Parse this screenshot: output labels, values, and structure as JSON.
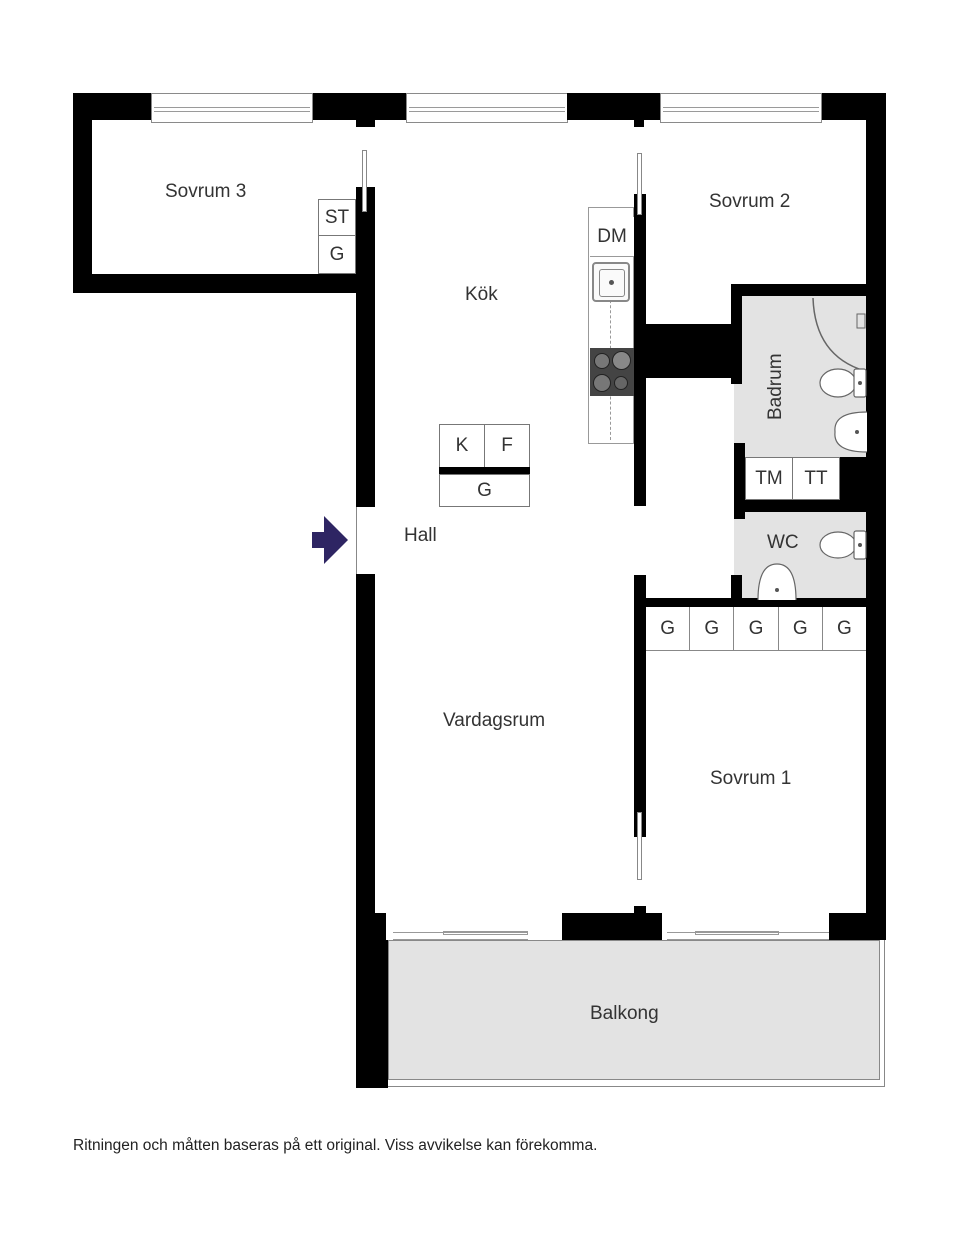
{
  "rooms": {
    "sovrum3": "Sovrum 3",
    "sovrum2": "Sovrum 2",
    "kok": "Kök",
    "badrum": "Badrum",
    "hall": "Hall",
    "wc": "WC",
    "vardagsrum": "Vardagsrum",
    "sovrum1": "Sovrum 1",
    "balkong": "Balkong"
  },
  "fixtures": {
    "sovrum3_st": "ST",
    "sovrum3_g": "G",
    "kitchen_dm": "DM",
    "hall_k": "K",
    "hall_f": "F",
    "hall_g": "G",
    "laundry_tm": "TM",
    "laundry_tt": "TT",
    "sovrum1_wardrobes": [
      "G",
      "G",
      "G",
      "G",
      "G"
    ]
  },
  "entrance": {
    "icon": "entrance-arrow-icon",
    "color": "#2e2563"
  },
  "colors": {
    "wall": "#000000",
    "wet_room": "#e3e3e3",
    "balcony": "#e3e3e3"
  },
  "disclaimer": "Ritningen och måtten baseras på ett original. Viss avvikelse kan förekomma."
}
